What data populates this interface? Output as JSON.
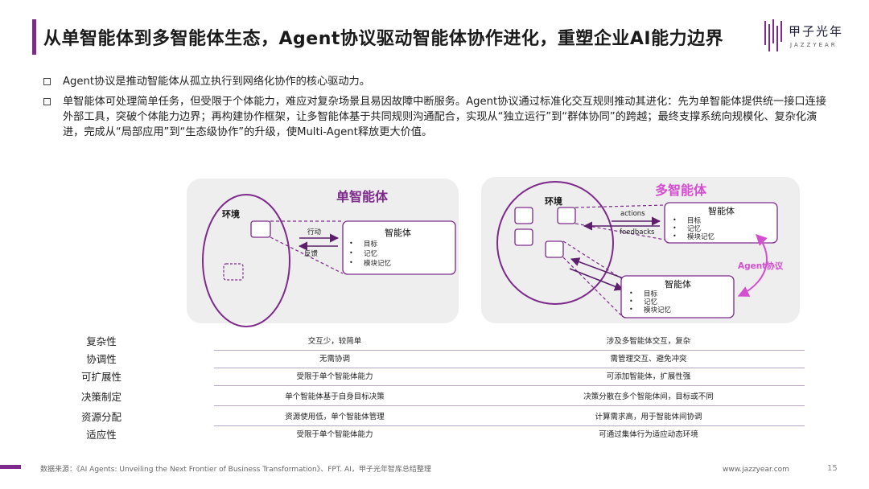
{
  "header": {
    "title": "从单智能体到多智能体生态，Agent协议驱动智能体协作进化，重塑企业AI能力边界"
  },
  "logo": {
    "name_cn": "甲子光年",
    "name_en": "JAZZYEAR"
  },
  "bullets": [
    "Agent协议是推动智能体从孤立执行到网络化协作的核心驱动力。",
    "单智能体可处理简单任务，但受限于个体能力，难应对复杂场景且易因故障中断服务。Agent协议通过标准化交互规则推动其进化：先为单智能体提供统一接口连接外部工具，突破个体能力边界；再构建协作框架，让多智能体基于共同规则沟通配合，实现从“独立运行”到“群体协同”的跨越；最终支撑系统向规模化、复杂化演进，完成从“局部应用”到“生态级协作”的升级，使Multi-Agent释放更大价值。"
  ],
  "diagram": {
    "single": {
      "title": "单智能体",
      "env_label": "环境",
      "act_label": "行动",
      "feedback_label": "反馈",
      "agent_title": "智能体",
      "agent_items": [
        "目标",
        "记忆",
        "模块记忆"
      ]
    },
    "multi": {
      "title": "多智能体",
      "env_label": "环境",
      "actions_label": "actions",
      "feedbacks_label": "feedbacks",
      "protocol_label": "Agent协议",
      "agent1_title": "智能体",
      "agent1_items": [
        "目标",
        "记忆",
        "模块记忆"
      ],
      "agent2_title": "智能体",
      "agent2_items": [
        "目标",
        "记忆",
        "模块记忆"
      ]
    },
    "colors": {
      "primary": "#7d2a8c",
      "accent_pink": "#d44fd0",
      "panel_bg": "#eeeeee"
    }
  },
  "comparison": [
    {
      "dimension": "复杂性",
      "single": "交互少，较简单",
      "multi": "涉及多智能体交互，复杂"
    },
    {
      "dimension": "协调性",
      "single": "无需协调",
      "multi": "需管理交互、避免冲突"
    },
    {
      "dimension": "可扩展性",
      "single": "受限于单个智能体能力",
      "multi": "可添加智能体，扩展性强"
    },
    {
      "dimension": "决策制定",
      "single": "单个智能体基于自身目标决策",
      "multi": "决策分散在多个智能体间，目标或不同"
    },
    {
      "dimension": "资源分配",
      "single": "资源使用低，单个智能体管理",
      "multi": "计算需求高，用于智能体间协调"
    },
    {
      "dimension": "适应性",
      "single": "受限于单个智能体能力",
      "multi": "可通过集体行为适应动态环境"
    }
  ],
  "footer": {
    "source": "数据来源：《AI Agents: Unveiling the Next Frontier of Business Transformation》、FPT. AI，甲子光年智库总结整理",
    "website": "www.jazzyear.com",
    "page_number": "15"
  }
}
